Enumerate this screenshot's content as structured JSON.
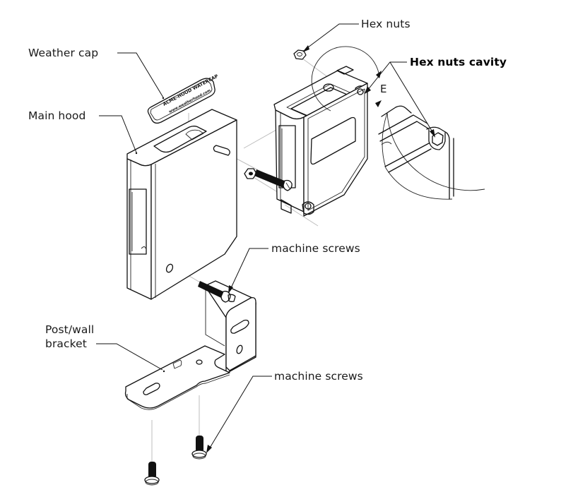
{
  "diagram": {
    "type": "exploded-assembly-drawing",
    "labels": {
      "hex_nuts": "Hex nuts",
      "hex_nuts_cavity": "Hex nuts cavity",
      "weather_cap": "Weather cap",
      "main_hood": "Main hood",
      "machine_screws_upper": "machine screws",
      "post_wall_bracket_line1": "Post/wall",
      "post_wall_bracket_line2": "bracket",
      "machine_screws_lower": "machine screws"
    },
    "detail_view_letter": "E",
    "parts": [
      "weather-cap",
      "main-hood",
      "sensor-body",
      "hex-nut-top",
      "hex-nut-side",
      "side-machine-screw",
      "post-wall-bracket",
      "bracket-machine-screw-left",
      "bracket-machine-screw-right",
      "detail-view-e"
    ]
  }
}
